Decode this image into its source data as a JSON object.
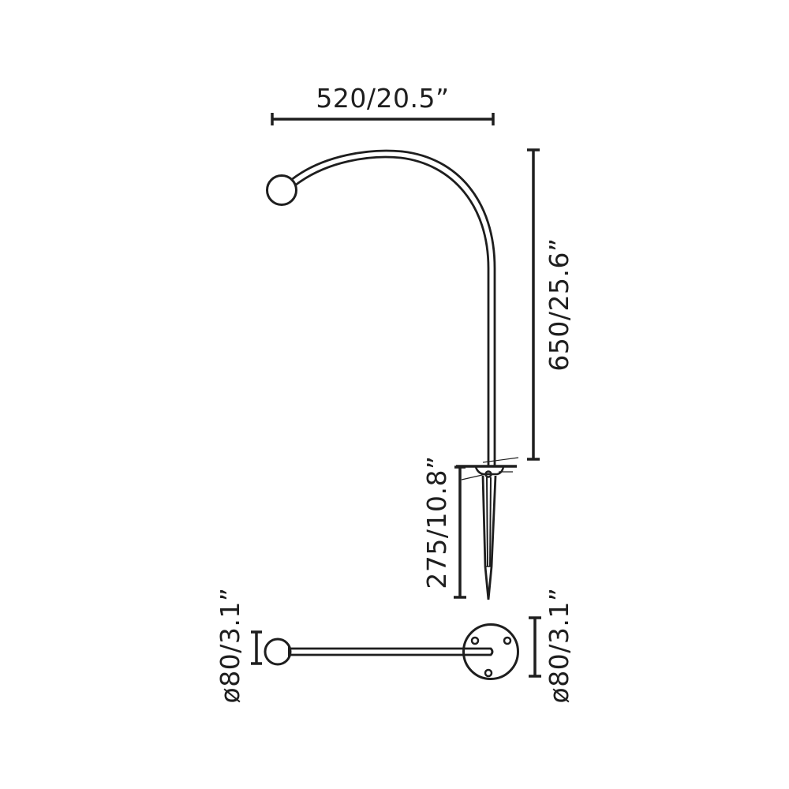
{
  "diagram": {
    "type": "product-dimension-drawing",
    "colors": {
      "stroke": "#1e1e1e",
      "background": "#ffffff"
    },
    "dimensions": {
      "width": {
        "label": "520/20.5”",
        "value_mm": 520,
        "value_in": 20.5
      },
      "height": {
        "label": "650/25.6”",
        "value_mm": 650,
        "value_in": 25.6
      },
      "spike": {
        "label": "275/10.8”",
        "value_mm": 275,
        "value_in": 10.8
      },
      "globe_diameter": {
        "label": "ø80/3.1”",
        "value_mm": 80,
        "value_in": 3.1
      },
      "base_diameter": {
        "label": "ø80/3.1”",
        "value_mm": 80,
        "value_in": 3.1
      }
    },
    "views": [
      {
        "name": "side-view",
        "parts": [
          "globe-lamp",
          "curved-arm",
          "vertical-pole",
          "base-plate",
          "ground-spike"
        ]
      },
      {
        "name": "top-view",
        "parts": [
          "globe-lamp",
          "horizontal-arm",
          "round-base-plate",
          "mounting-holes"
        ]
      }
    ]
  }
}
